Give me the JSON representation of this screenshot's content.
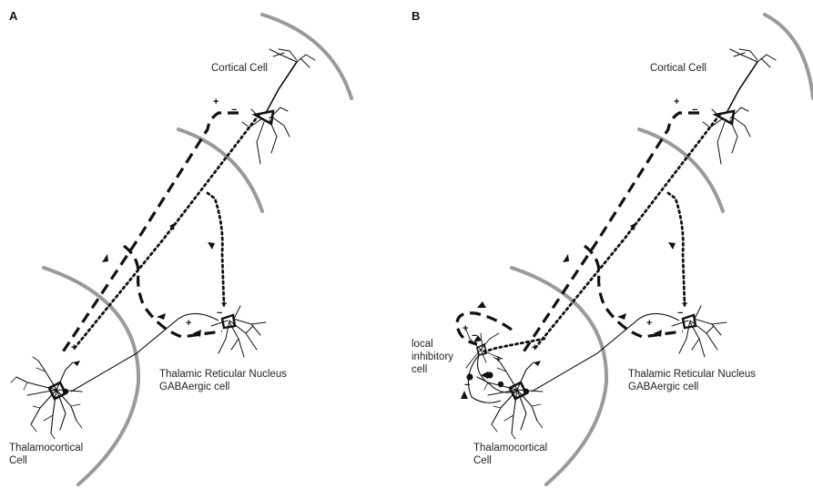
{
  "panels": [
    {
      "letter": "A",
      "labels": {
        "cortical": "Cortical Cell",
        "trn_line1": "Thalamic Reticular Nucleus",
        "trn_line2": "GABAergic cell",
        "tc_line1": "Thalamocortical",
        "tc_line2": "Cell"
      }
    },
    {
      "letter": "B",
      "labels": {
        "cortical": "Cortical Cell",
        "trn_line1": "Thalamic Reticular Nucleus",
        "trn_line2": "GABAergic cell",
        "tc_line1": "Thalamocortical",
        "tc_line2": "Cell",
        "local_line1": "local",
        "local_line2": "inhibitory",
        "local_line3": "cell"
      }
    }
  ],
  "signs": {
    "plus": "+",
    "minus": "−"
  }
}
